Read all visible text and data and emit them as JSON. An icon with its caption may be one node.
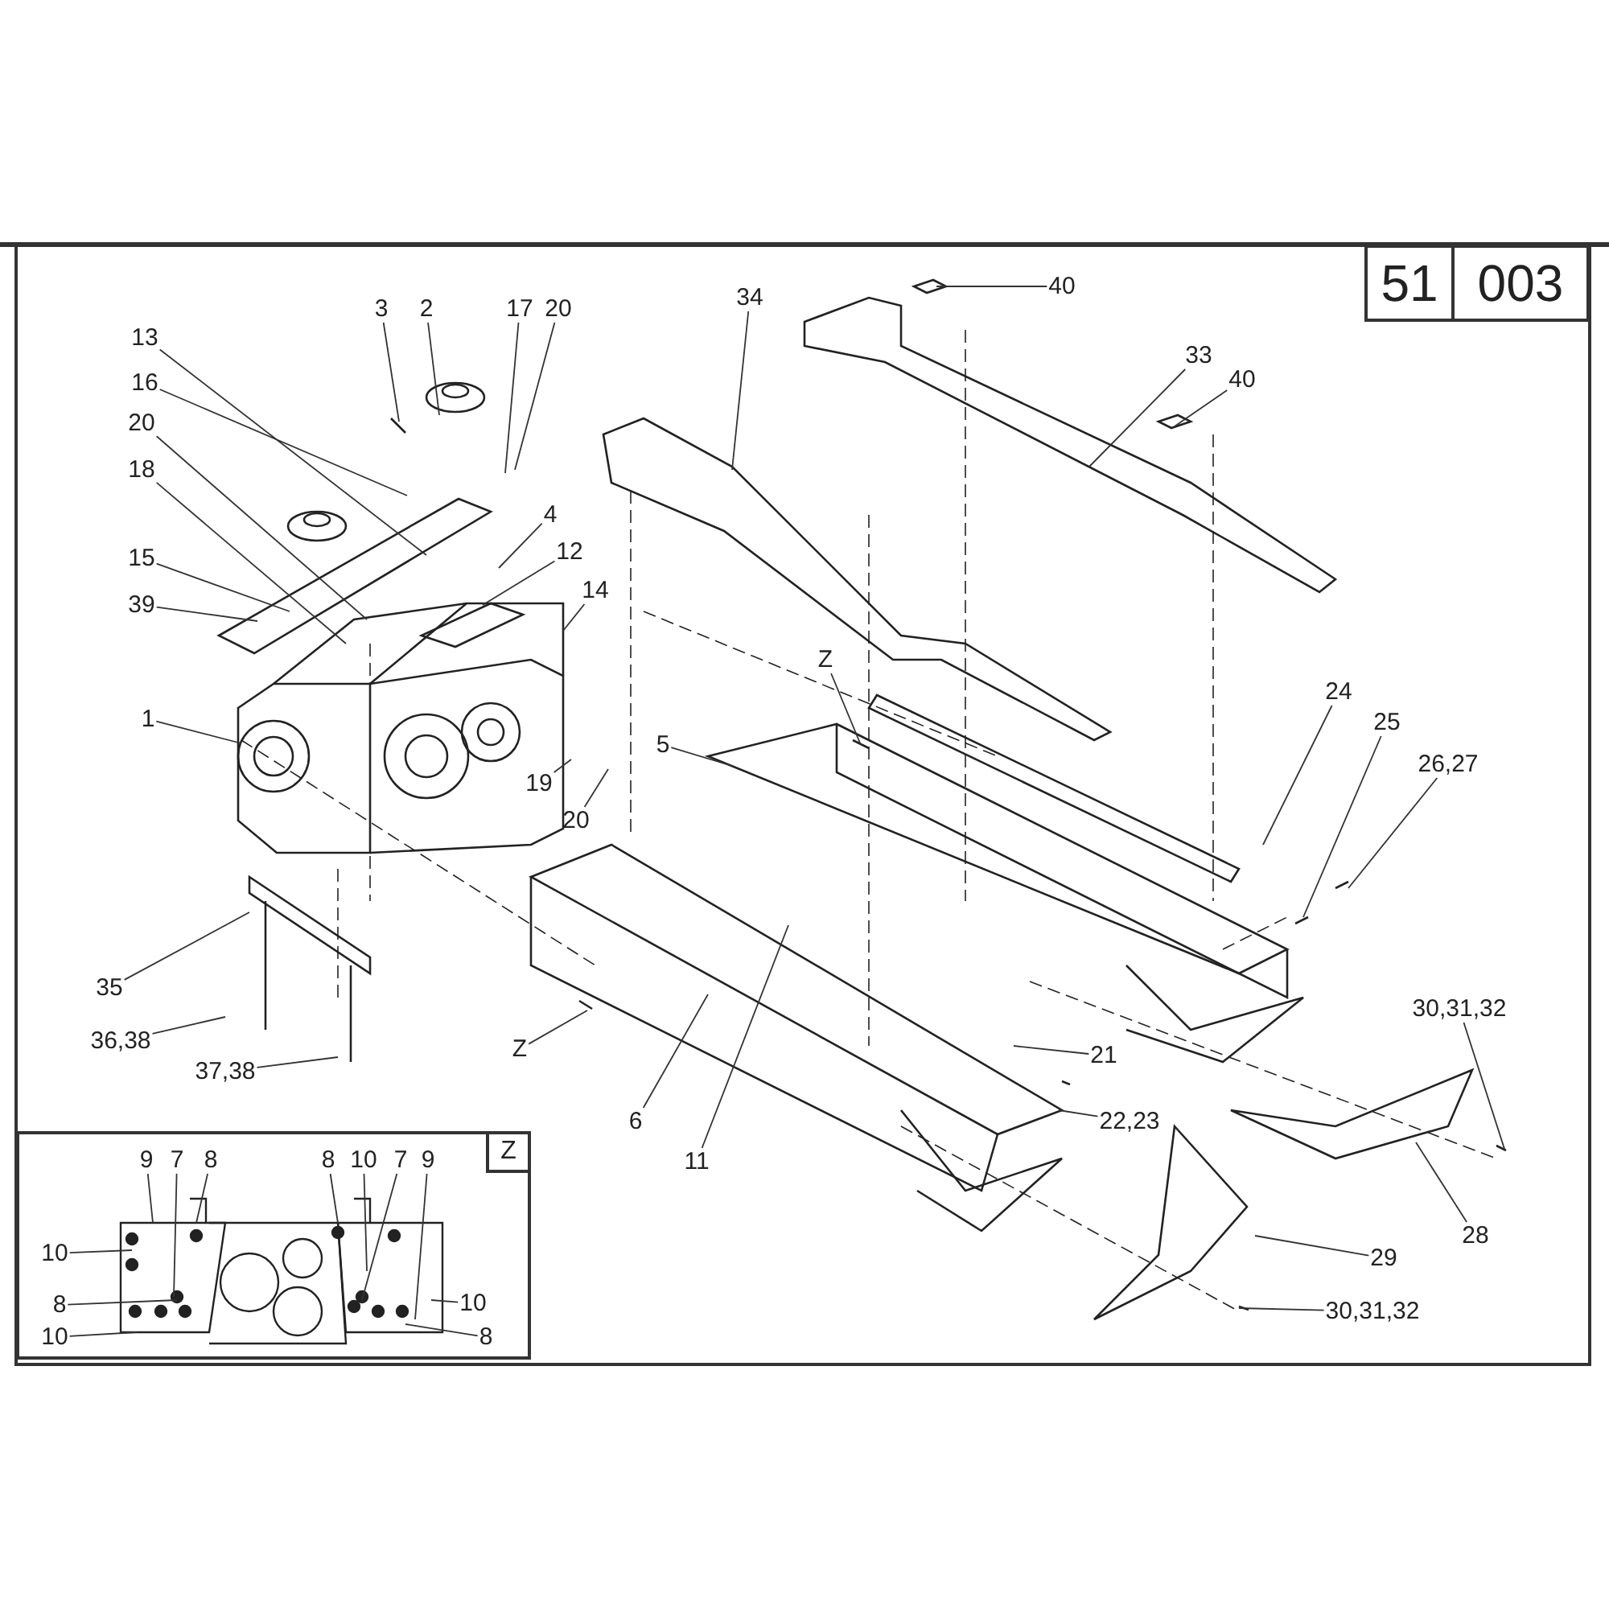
{
  "diagram": {
    "nodes": [
      {
        "text": [
          "3"
        ]
      },
      {
        "text": [
          "2"
        ]
      },
      {
        "text": [
          "17"
        ]
      },
      {
        "text": [
          "20"
        ]
      },
      {
        "text": [
          "13"
        ]
      },
      {
        "text": [
          "16"
        ]
      },
      {
        "text": [
          "20"
        ]
      },
      {
        "text": [
          "18"
        ]
      },
      {
        "text": [
          "4"
        ]
      },
      {
        "text": [
          "12"
        ]
      },
      {
        "text": [
          "14"
        ]
      },
      {
        "text": [
          "15"
        ]
      },
      {
        "text": [
          "39"
        ]
      },
      {
        "text": [
          "1"
        ]
      },
      {
        "text": [
          "5"
        ]
      },
      {
        "text": [
          "Z"
        ]
      },
      {
        "text": [
          "19"
        ]
      },
      {
        "text": [
          "20"
        ]
      },
      {
        "text": [
          "35"
        ]
      },
      {
        "text": [
          "36,38"
        ]
      },
      {
        "text": [
          "37,38"
        ]
      },
      {
        "text": [
          "Z"
        ]
      },
      {
        "text": [
          "6"
        ]
      },
      {
        "text": [
          "11"
        ]
      },
      {
        "text": [
          "34"
        ]
      },
      {
        "text": [
          "40"
        ]
      },
      {
        "text": [
          "33"
        ]
      },
      {
        "text": [
          "40"
        ]
      },
      {
        "text": [
          "24"
        ]
      },
      {
        "text": [
          "25"
        ]
      },
      {
        "text": [
          "26,27"
        ]
      },
      {
        "text": [
          "21"
        ]
      },
      {
        "text": [
          "22,23"
        ]
      },
      {
        "text": [
          "30,31,32"
        ]
      },
      {
        "text": [
          "28"
        ]
      },
      {
        "text": [
          "29"
        ]
      },
      {
        "text": [
          "30,31,32"
        ]
      },
      {
        "text": [
          "Z"
        ]
      },
      {
        "text": [
          "9"
        ],
        "in": 37
      },
      {
        "text": [
          "7"
        ],
        "in": 37
      },
      {
        "text": [
          "8"
        ],
        "in": 37
      },
      {
        "text": [
          "8"
        ],
        "in": 37
      },
      {
        "text": [
          "10"
        ],
        "in": 37
      },
      {
        "text": [
          "7"
        ],
        "in": 37
      },
      {
        "text": [
          "9"
        ],
        "in": 37
      },
      {
        "text": [
          "10"
        ],
        "in": 37
      },
      {
        "text": [
          "10"
        ],
        "in": 37
      },
      {
        "text": [
          "8"
        ],
        "in": 37
      },
      {
        "text": [
          "10"
        ],
        "in": 37
      },
      {
        "text": [
          "8"
        ],
        "in": 37
      },
      {
        "text": [
          "51",
          "003"
        ]
      }
    ],
    "edges": [
      {
        "from": 0,
        "to": null,
        "arrow": "none"
      },
      {
        "from": 1,
        "to": null,
        "arrow": "none"
      },
      {
        "from": 2,
        "to": null,
        "arrow": "none"
      },
      {
        "from": 3,
        "to": null,
        "arrow": "none"
      },
      {
        "from": 4,
        "to": null,
        "arrow": "none"
      },
      {
        "from": 5,
        "to": null,
        "arrow": "none"
      },
      {
        "from": 6,
        "to": null,
        "arrow": "none"
      },
      {
        "from": 7,
        "to": null,
        "arrow": "none"
      },
      {
        "from": 8,
        "to": null,
        "arrow": "none"
      },
      {
        "from": 9,
        "to": null,
        "arrow": "none"
      },
      {
        "from": 10,
        "to": null,
        "arrow": "none"
      },
      {
        "from": 11,
        "to": null,
        "arrow": "none"
      },
      {
        "from": 12,
        "to": null,
        "arrow": "none"
      },
      {
        "from": 13,
        "to": null,
        "arrow": "none"
      },
      {
        "from": 14,
        "to": null,
        "arrow": "none"
      },
      {
        "from": 15,
        "to": null,
        "arrow": "none"
      },
      {
        "from": 16,
        "to": null,
        "arrow": "none"
      },
      {
        "from": 17,
        "to": null,
        "arrow": "none"
      },
      {
        "from": 18,
        "to": null,
        "arrow": "none"
      },
      {
        "from": 19,
        "to": null,
        "arrow": "none"
      },
      {
        "from": 20,
        "to": null,
        "arrow": "none"
      },
      {
        "from": 21,
        "to": null,
        "arrow": "none"
      },
      {
        "from": 22,
        "to": null,
        "arrow": "none"
      },
      {
        "from": 23,
        "to": null,
        "arrow": "none"
      },
      {
        "from": 24,
        "to": null,
        "arrow": "none"
      },
      {
        "from": 25,
        "to": null,
        "arrow": "none"
      },
      {
        "from": 26,
        "to": null,
        "arrow": "none"
      },
      {
        "from": 27,
        "to": null,
        "arrow": "none"
      },
      {
        "from": 28,
        "to": null,
        "arrow": "none"
      },
      {
        "from": 29,
        "to": null,
        "arrow": "none"
      },
      {
        "from": 30,
        "to": null,
        "arrow": "none"
      },
      {
        "from": 31,
        "to": null,
        "arrow": "none"
      },
      {
        "from": 32,
        "to": null,
        "arrow": "none"
      },
      {
        "from": 33,
        "to": null,
        "arrow": "none"
      },
      {
        "from": 34,
        "to": null,
        "arrow": "none"
      },
      {
        "from": 35,
        "to": null,
        "arrow": "none"
      },
      {
        "from": 36,
        "to": null,
        "arrow": "none"
      },
      {
        "from": 38,
        "to": null,
        "arrow": "none"
      },
      {
        "from": 39,
        "to": null,
        "arrow": "none"
      },
      {
        "from": 40,
        "to": null,
        "arrow": "none"
      },
      {
        "from": 41,
        "to": null,
        "arrow": "none"
      },
      {
        "from": 42,
        "to": null,
        "arrow": "none"
      },
      {
        "from": 43,
        "to": null,
        "arrow": "none"
      },
      {
        "from": 44,
        "to": null,
        "arrow": "none"
      },
      {
        "from": 45,
        "to": null,
        "arrow": "none"
      },
      {
        "from": 46,
        "to": null,
        "arrow": "none"
      },
      {
        "from": 47,
        "to": null,
        "arrow": "none"
      },
      {
        "from": 48,
        "to": null,
        "arrow": "none"
      },
      {
        "from": 49,
        "to": null,
        "arrow": "none"
      }
    ]
  }
}
